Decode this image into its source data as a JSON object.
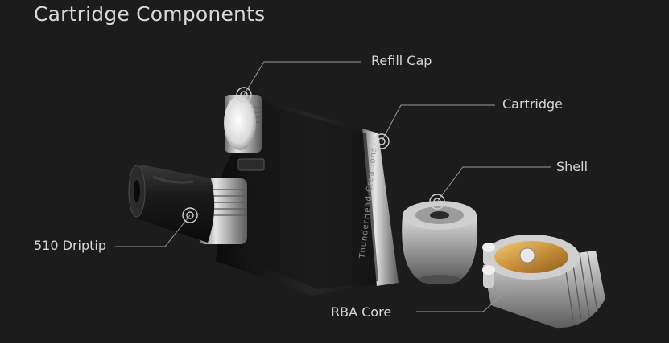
{
  "header": {
    "title": "Cartridge Components"
  },
  "product": {
    "engraving": "ThunderHead Creations"
  },
  "callouts": [
    {
      "id": "refill-cap",
      "label": "Refill Cap"
    },
    {
      "id": "cartridge",
      "label": "Cartridge"
    },
    {
      "id": "shell",
      "label": "Shell"
    },
    {
      "id": "driptip",
      "label": "510 Driptip"
    },
    {
      "id": "rba-core",
      "label": "RBA Core"
    }
  ],
  "colors": {
    "background": "#1c1c1c",
    "text": "#d6d6d6",
    "leader_line": "#9a9a9a",
    "metal": "#b9b9b9",
    "gold": "#d3a24a"
  }
}
